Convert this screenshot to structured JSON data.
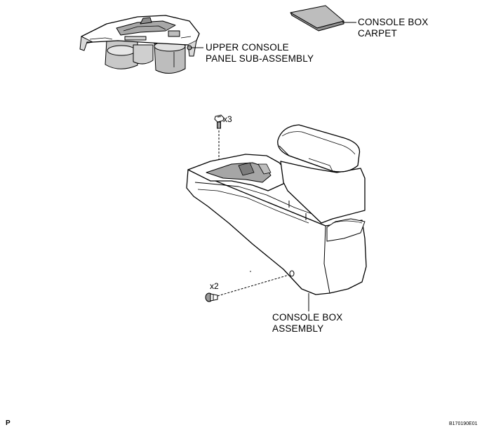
{
  "labels": {
    "upper_console_line1": "UPPER CONSOLE",
    "upper_console_line2": "PANEL SUB-ASSEMBLY",
    "carpet_line1": "CONSOLE BOX",
    "carpet_line2": "CARPET",
    "box_line1": "CONSOLE BOX",
    "box_line2": "ASSEMBLY"
  },
  "quantities": {
    "bolt_qty": "x3",
    "clip_qty": "x2"
  },
  "footer": {
    "corner_mark": "P",
    "figure_code": "B170190E01"
  },
  "icons": [
    "bolt-icon",
    "clip-icon"
  ],
  "colors": {
    "line": "#000000",
    "background": "#ffffff",
    "shade": "#bdbdbd"
  }
}
